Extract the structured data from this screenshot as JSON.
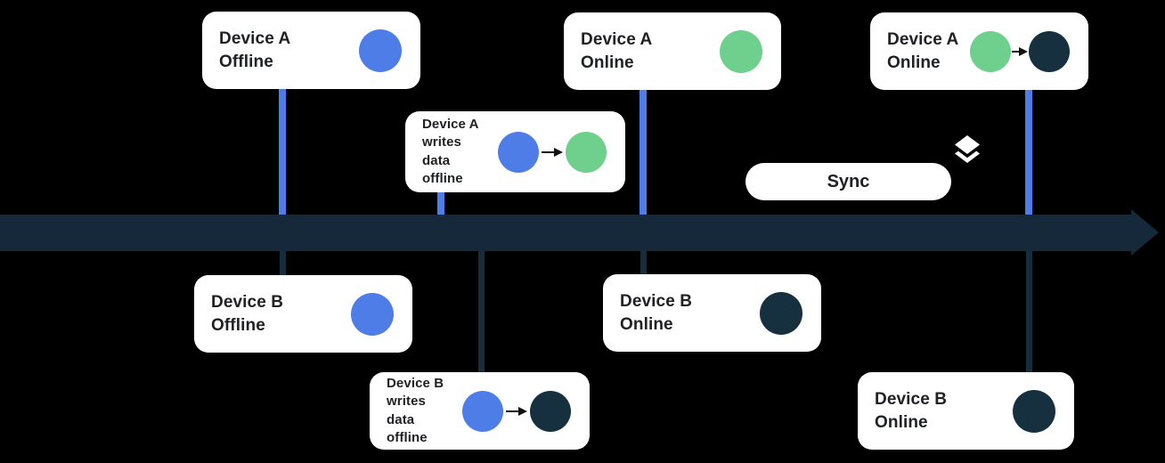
{
  "colors": {
    "background": "#000000",
    "card_background": "#FFFFFF",
    "device_blue": "#4F7DE8",
    "device_green": "#6ED08C",
    "device_navy": "#16303F",
    "timeline_navy": "#16293B",
    "connector_blue": "#4F7DE8",
    "connector_navy": "#142E3D",
    "text": "#202124"
  },
  "cards": {
    "a_offline": {
      "label": "Device A\nOffline",
      "dots": [
        "blue"
      ]
    },
    "a_writes": {
      "label": "Device A\nwrites\ndata\noffline",
      "dots": [
        "blue",
        "green"
      ]
    },
    "a_online_1": {
      "label": "Device A\nOnline",
      "dots": [
        "green"
      ]
    },
    "a_online_2": {
      "label": "Device A\nOnline",
      "dots": [
        "green",
        "navy"
      ]
    },
    "b_offline": {
      "label": "Device B\nOffline",
      "dots": [
        "blue"
      ]
    },
    "b_writes": {
      "label": "Device B\nwrites\ndata\noffline",
      "dots": [
        "blue",
        "navy"
      ]
    },
    "b_online_1": {
      "label": "Device B\nOnline",
      "dots": [
        "navy"
      ]
    },
    "b_online_2": {
      "label": "Device B\nOnline",
      "dots": [
        "navy"
      ]
    }
  },
  "sync_button": {
    "label": "Sync"
  },
  "icons": {
    "layers": "layers-icon",
    "arrow": "arrow-right-icon",
    "timeline_arrowhead": "timeline-arrowhead-icon"
  }
}
